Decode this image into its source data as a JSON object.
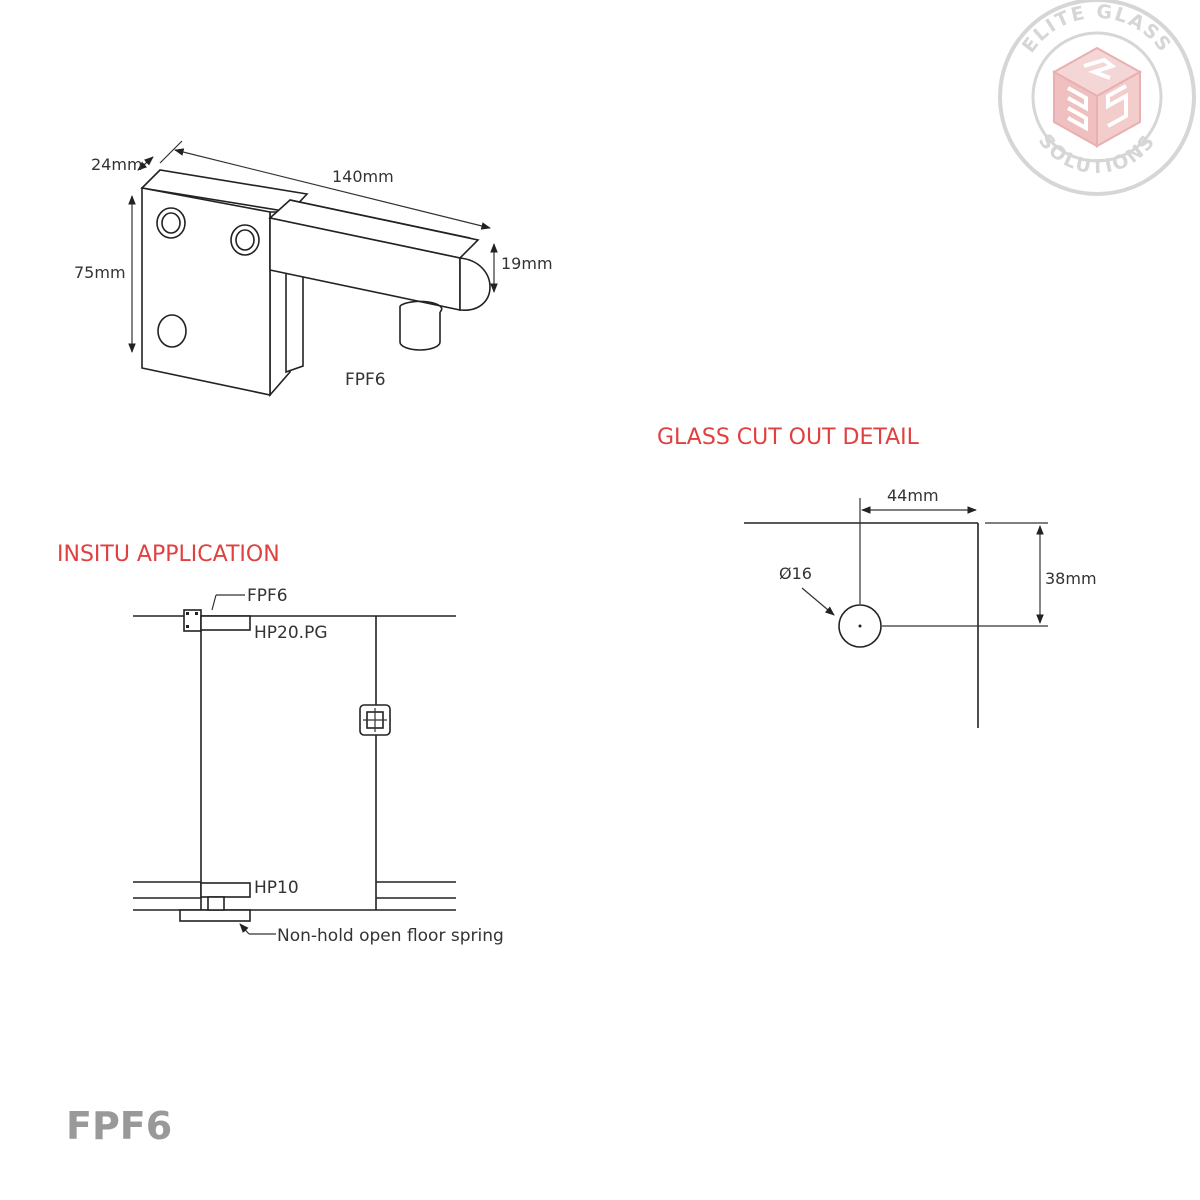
{
  "colors": {
    "line": "#222222",
    "text": "#333333",
    "heading": "#e04040",
    "title": "#999999",
    "logo_gray": "#d6d6d6",
    "logo_red": "#f0c0c0"
  },
  "logo": {
    "top_text": "ELITE GLASS",
    "bottom_text": "SOLUTIONS"
  },
  "product_view": {
    "dim_width": "24mm",
    "dim_length": "140mm",
    "dim_height": "75mm",
    "dim_arm": "19mm",
    "caption": "FPF6"
  },
  "cutout": {
    "heading": "GLASS CUT OUT DETAIL",
    "dim_offset": "44mm",
    "dim_drop": "38mm",
    "dim_hole": "Ø16"
  },
  "insitu": {
    "heading": "INSITU APPLICATION",
    "label_fitting": "FPF6",
    "label_top_patch": "HP20.PG",
    "label_bottom_patch": "HP10",
    "label_floor_spring": "Non-hold open floor spring"
  },
  "footer": {
    "product_code": "FPF6"
  }
}
